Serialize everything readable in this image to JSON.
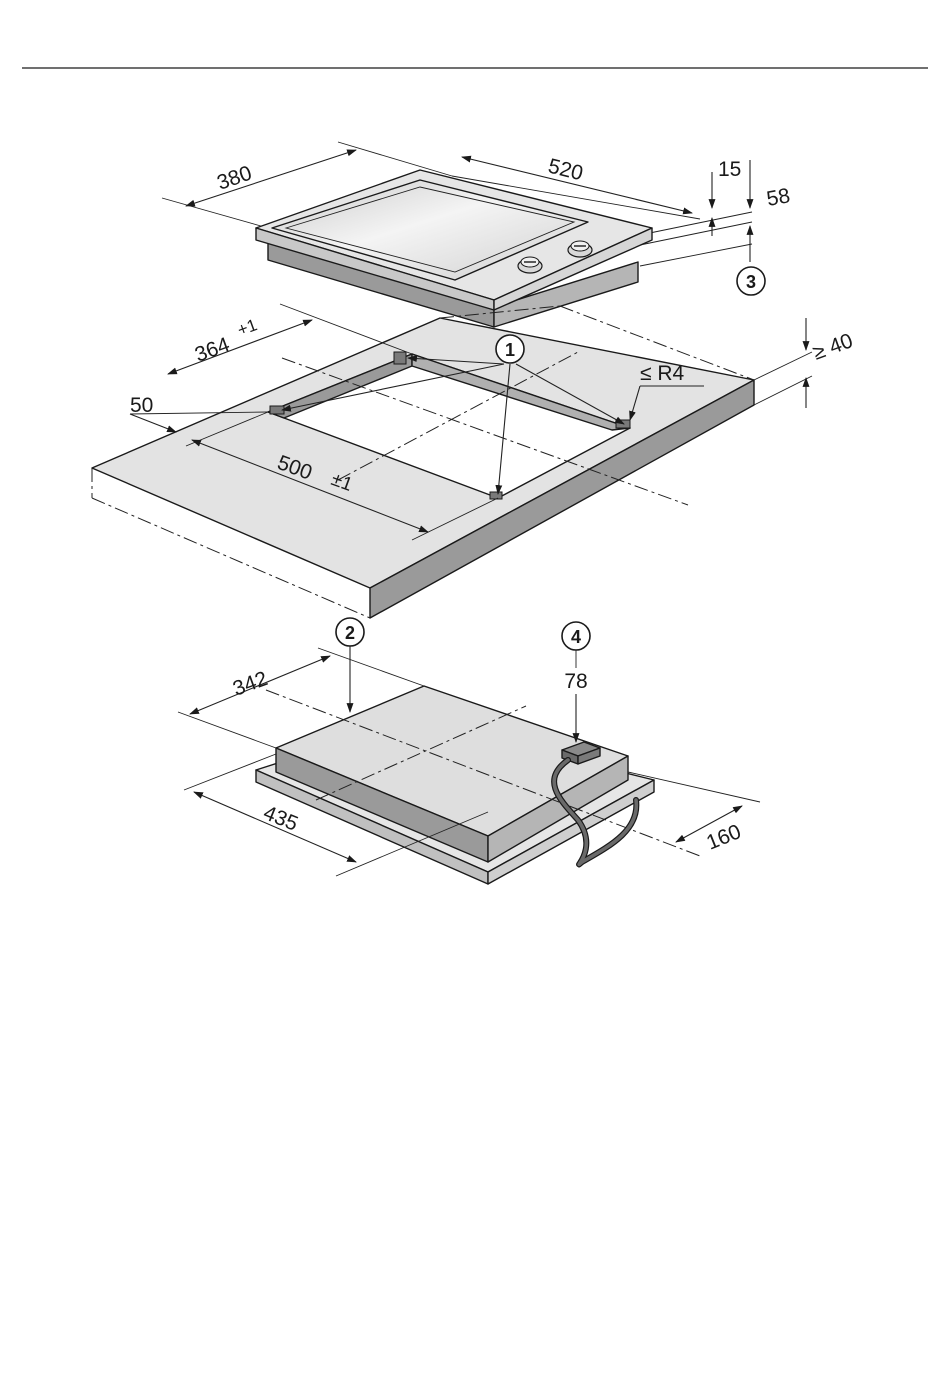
{
  "colors": {
    "outline": "#1a1a1a",
    "panel_top": "#e3e3e3",
    "panel_front": "#9a9a9a",
    "panel_side": "#b5b5b5",
    "glass": "#d8d8d8",
    "cable": "#6a6a6a"
  },
  "hob": {
    "width_dim": "380",
    "depth_dim": "520",
    "glass_height_dim": "15",
    "total_height_dim": "58"
  },
  "cutout": {
    "depth_dim": "364",
    "depth_tol": "+1",
    "width_dim": "500",
    "width_tol": "±1",
    "front_dist_dim": "50",
    "corner_radius": "≤ R4",
    "worktop_thickness": "≥ 40"
  },
  "base": {
    "depth_dim": "342",
    "width_dim": "435",
    "cable_offset_dim": "160",
    "connector_height_dim": "78"
  },
  "callouts": [
    "1",
    "2",
    "3",
    "4"
  ],
  "icons": {
    "callout": "circled-number-icon",
    "arrow": "dimension-arrow-icon"
  }
}
